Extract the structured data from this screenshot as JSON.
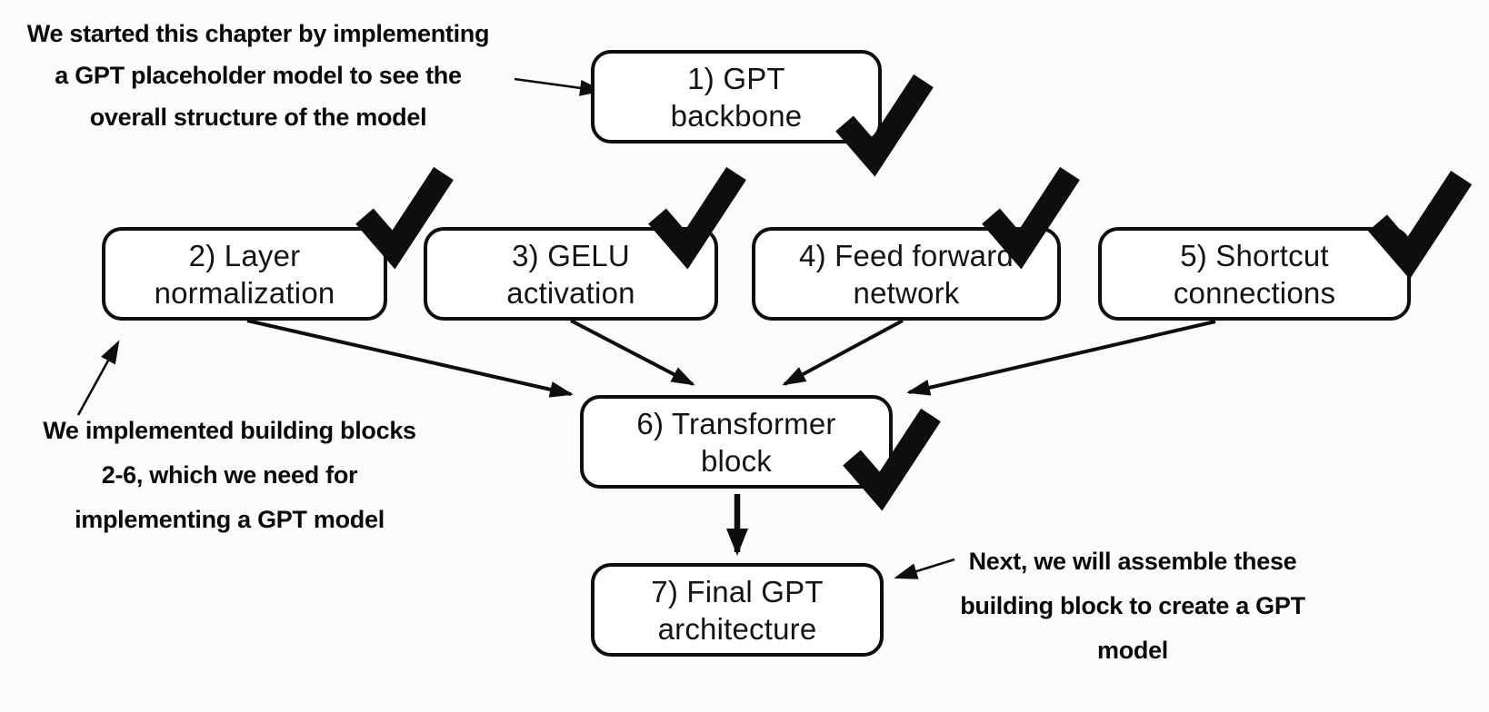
{
  "canvas": {
    "background": "#fcfcfc",
    "ink": "#0e0e0e",
    "box_background": "#ffffff"
  },
  "boxes": [
    {
      "id": "gpt-backbone",
      "label": "1) GPT\nbackbone",
      "checked": true
    },
    {
      "id": "layer-normalization",
      "label": "2) Layer\nnormalization",
      "checked": true
    },
    {
      "id": "gelu-activation",
      "label": "3) GELU\nactivation",
      "checked": true
    },
    {
      "id": "feed-forward-network",
      "label": "4) Feed forward\nnetwork",
      "checked": true
    },
    {
      "id": "shortcut-connections",
      "label": "5) Shortcut\nconnections",
      "checked": true
    },
    {
      "id": "transformer-block",
      "label": "6) Transformer\nblock",
      "checked": true
    },
    {
      "id": "final-gpt-architecture",
      "label": "7) Final GPT\narchitecture",
      "checked": false
    }
  ],
  "annotations": [
    {
      "id": "intro-note",
      "text": "We started this chapter by implementing\na GPT placeholder model to see the\noverall structure of the model"
    },
    {
      "id": "blocks-note",
      "text": "We implemented building blocks\n2-6, which we need for\nimplementing a GPT model"
    },
    {
      "id": "next-note",
      "text": "Next, we will assemble these\nbuilding block to create a GPT\nmodel"
    }
  ],
  "connections": [
    {
      "from": "intro-note",
      "to": "gpt-backbone"
    },
    {
      "from": "blocks-note",
      "to": "layer-normalization"
    },
    {
      "from": "next-note",
      "to": "final-gpt-architecture"
    },
    {
      "from": "layer-normalization",
      "to": "transformer-block"
    },
    {
      "from": "gelu-activation",
      "to": "transformer-block"
    },
    {
      "from": "feed-forward-network",
      "to": "transformer-block"
    },
    {
      "from": "shortcut-connections",
      "to": "transformer-block"
    },
    {
      "from": "transformer-block",
      "to": "final-gpt-architecture"
    }
  ]
}
